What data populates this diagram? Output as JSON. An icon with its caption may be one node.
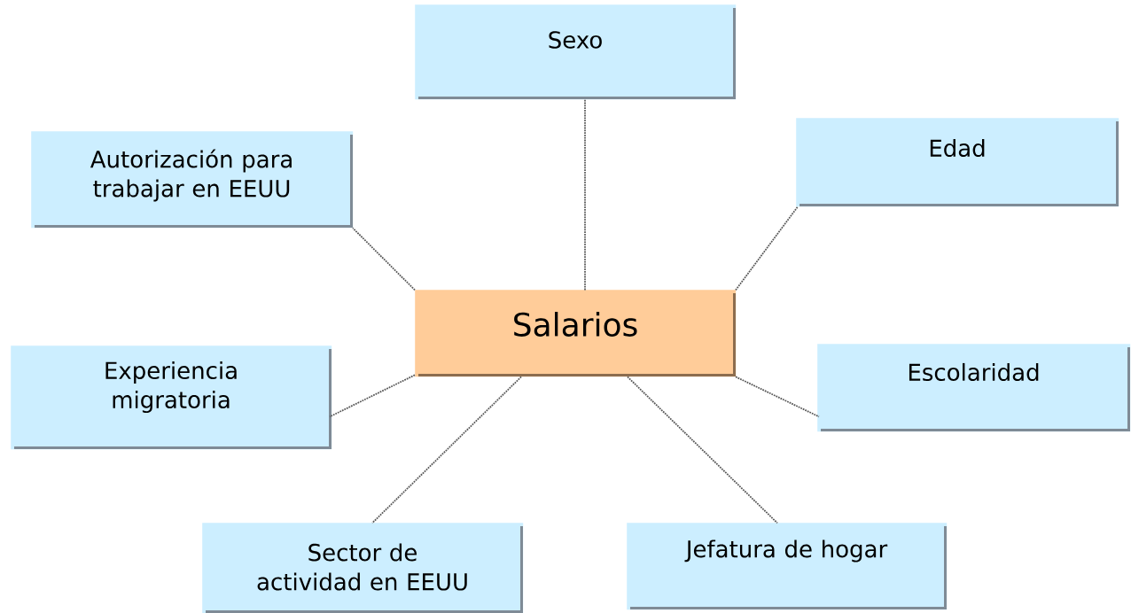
{
  "diagram": {
    "nodes": [
      {
        "text": [
          "Sexo"
        ]
      },
      {
        "text": [
          "Autorización para trabajar en EEUU"
        ]
      },
      {
        "text": [
          "Edad"
        ]
      },
      {
        "text": [
          "Salarios"
        ]
      },
      {
        "text": [
          "Experiencia migratoria"
        ]
      },
      {
        "text": [
          "Escolaridad"
        ]
      },
      {
        "text": [
          "Sector de actividad en EEUU"
        ]
      },
      {
        "text": [
          "Jefatura de hogar"
        ]
      }
    ],
    "edges": [
      {
        "from": 3,
        "to": 0,
        "arrow": "none"
      },
      {
        "from": 3,
        "to": 1,
        "arrow": "none"
      },
      {
        "from": 3,
        "to": 2,
        "arrow": "none"
      },
      {
        "from": 3,
        "to": 4,
        "arrow": "none"
      },
      {
        "from": 3,
        "to": 5,
        "arrow": "none"
      },
      {
        "from": 3,
        "to": 6,
        "arrow": "none"
      },
      {
        "from": 3,
        "to": 7,
        "arrow": "none"
      }
    ]
  }
}
